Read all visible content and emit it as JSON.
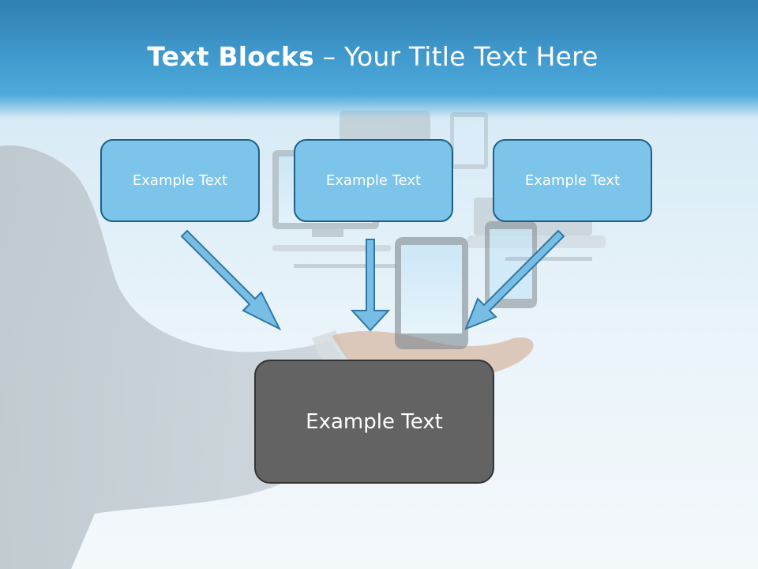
{
  "slide": {
    "title_bold": "Text Blocks",
    "title_sep": " – ",
    "title_rest": "Your Title Text Here"
  },
  "boxes": {
    "left": "Example Text",
    "center": "Example Text",
    "right": "Example Text",
    "main": "Example Text"
  },
  "colors": {
    "header": "#3f98cc",
    "box_fill": "#7cc4ea",
    "box_border": "#1f5f86",
    "arrow_fill": "#78bde3",
    "arrow_stroke": "#2f77a6",
    "main_fill": "#636363"
  },
  "background_icons": [
    "businessman-silhouette",
    "open-palm-hand",
    "smartphone-icon",
    "tablet-icon",
    "monitor-icon",
    "laptop-icon"
  ]
}
